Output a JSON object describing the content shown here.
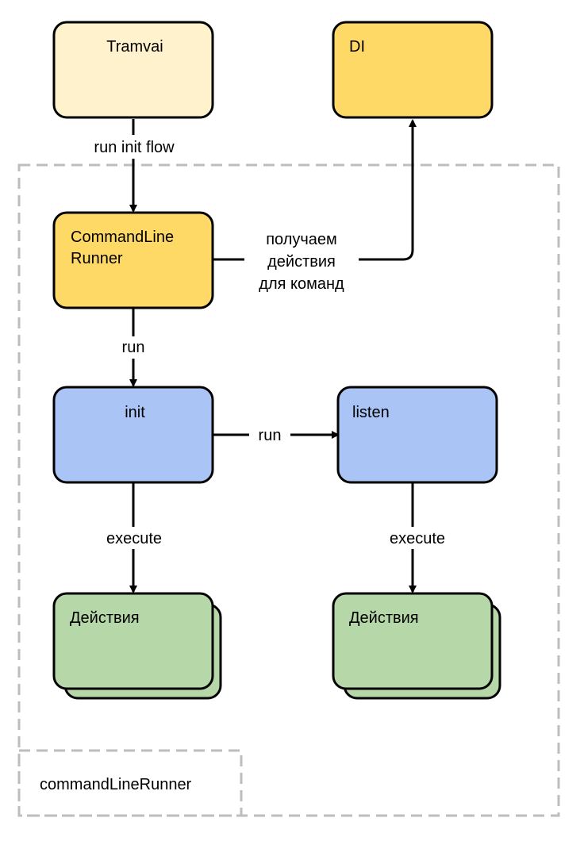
{
  "container": {
    "label": "commandLineRunner"
  },
  "nodes": {
    "tramvai": {
      "label": "Tramvai",
      "fill": "#FFF2CC"
    },
    "di": {
      "label": "DI",
      "fill": "#FFD966"
    },
    "command_line_runner": {
      "label_line1": "CommandLine",
      "label_line2": "Runner",
      "fill": "#FFD966"
    },
    "init": {
      "label": "init",
      "fill": "#A9C4F5"
    },
    "listen": {
      "label": "listen",
      "fill": "#A9C4F5"
    },
    "actions_init": {
      "label": "Действия",
      "fill": "#B6D7A8"
    },
    "actions_listen": {
      "label": "Действия",
      "fill": "#B6D7A8"
    }
  },
  "edges": {
    "tramvai_to_runner": {
      "label": "run init flow"
    },
    "runner_to_di": {
      "label_line1": "получаем",
      "label_line2": "действия",
      "label_line3": "для команд"
    },
    "runner_to_init": {
      "label": "run"
    },
    "init_to_listen": {
      "label": "run"
    },
    "init_to_actions": {
      "label": "execute"
    },
    "listen_to_actions": {
      "label": "execute"
    }
  }
}
